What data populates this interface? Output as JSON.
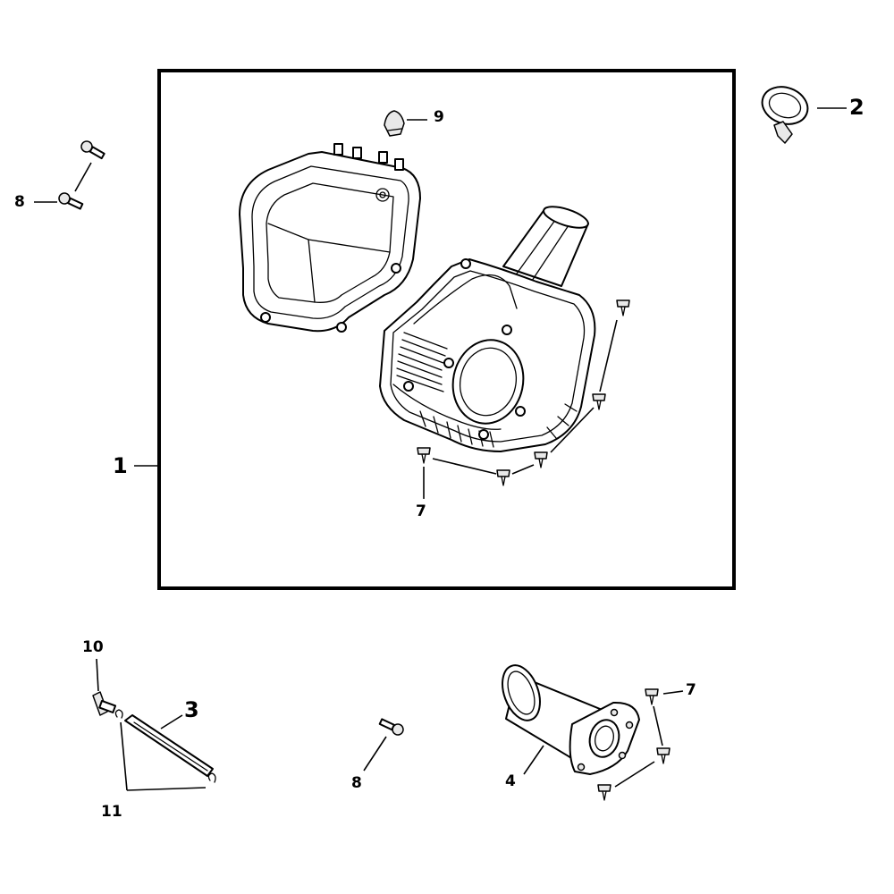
{
  "callouts": {
    "c1": "1",
    "c2": "2",
    "c3": "3",
    "c4": "4",
    "c7a": "7",
    "c7b": "7",
    "c8a": "8",
    "c8b": "8",
    "c9": "9",
    "c10": "10",
    "c11": "11"
  }
}
